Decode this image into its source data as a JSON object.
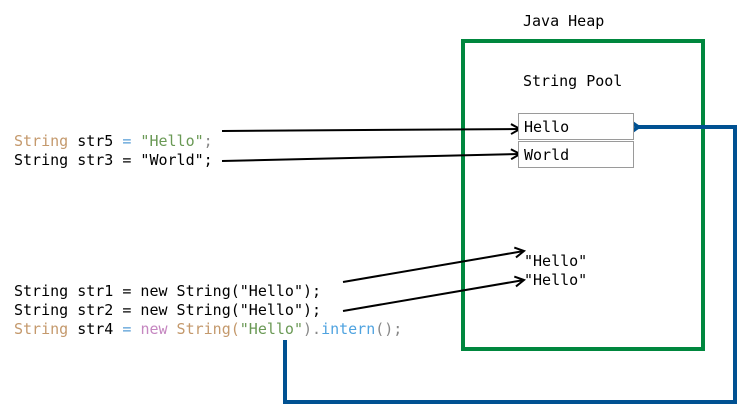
{
  "heap": {
    "title": "Java Heap"
  },
  "pool": {
    "title": "String Pool",
    "entries": [
      "Hello",
      "World"
    ]
  },
  "heap_objects": [
    "\"Hello\"",
    "\"Hello\""
  ],
  "code": {
    "str5": {
      "type": "String",
      "name": " str5 ",
      "eq": "=",
      "literal": " \"Hello\"",
      "end": ";"
    },
    "str3": {
      "type": "String",
      "name": " str3 ",
      "eq": "=",
      "literal": " \"World\"",
      "end": ";"
    },
    "str1": {
      "text": "String str1 = new String(\"Hello\");"
    },
    "str2": {
      "text": "String str2 = new String(\"Hello\");"
    },
    "str4": {
      "type": "String",
      "name": " str4 ",
      "eq": "= ",
      "new": "new",
      "ctor": " String(",
      "literal": "\"Hello\"",
      "close": ").",
      "method": "intern",
      "end": "();"
    }
  },
  "colors": {
    "heap_border": "#00873e",
    "intern_arrow": "#005192",
    "arrow": "#000000"
  }
}
